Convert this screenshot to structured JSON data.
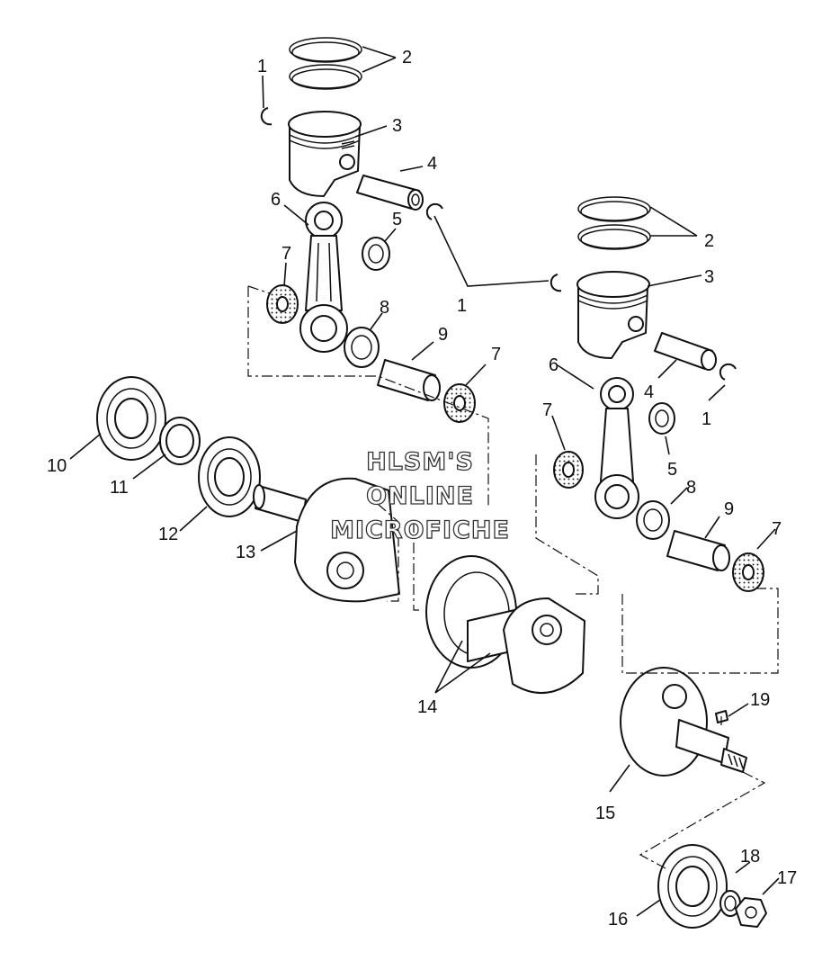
{
  "diagram": {
    "callouts": [
      {
        "id": "c1a",
        "label": "1"
      },
      {
        "id": "c2a",
        "label": "2"
      },
      {
        "id": "c3a",
        "label": "3"
      },
      {
        "id": "c4a",
        "label": "4"
      },
      {
        "id": "c5a",
        "label": "5"
      },
      {
        "id": "c6a",
        "label": "6"
      },
      {
        "id": "c7a",
        "label": "7"
      },
      {
        "id": "c8a",
        "label": "8"
      },
      {
        "id": "c9a",
        "label": "9"
      },
      {
        "id": "c7b",
        "label": "7"
      },
      {
        "id": "c10",
        "label": "10"
      },
      {
        "id": "c11",
        "label": "11"
      },
      {
        "id": "c12",
        "label": "12"
      },
      {
        "id": "c13",
        "label": "13"
      },
      {
        "id": "c1b",
        "label": "1"
      },
      {
        "id": "c2b",
        "label": "2"
      },
      {
        "id": "c3b",
        "label": "3"
      },
      {
        "id": "c6b",
        "label": "6"
      },
      {
        "id": "c4b",
        "label": "4"
      },
      {
        "id": "c1c",
        "label": "1"
      },
      {
        "id": "c7c",
        "label": "7"
      },
      {
        "id": "c5b",
        "label": "5"
      },
      {
        "id": "c8b",
        "label": "8"
      },
      {
        "id": "c9b",
        "label": "9"
      },
      {
        "id": "c7d",
        "label": "7"
      },
      {
        "id": "c14",
        "label": "14"
      },
      {
        "id": "c19",
        "label": "19"
      },
      {
        "id": "c15",
        "label": "15"
      },
      {
        "id": "c18",
        "label": "18"
      },
      {
        "id": "c17",
        "label": "17"
      },
      {
        "id": "c16",
        "label": "16"
      }
    ],
    "watermark": [
      "HLSM'S",
      "ONLINE",
      "MICROFICHE"
    ]
  }
}
